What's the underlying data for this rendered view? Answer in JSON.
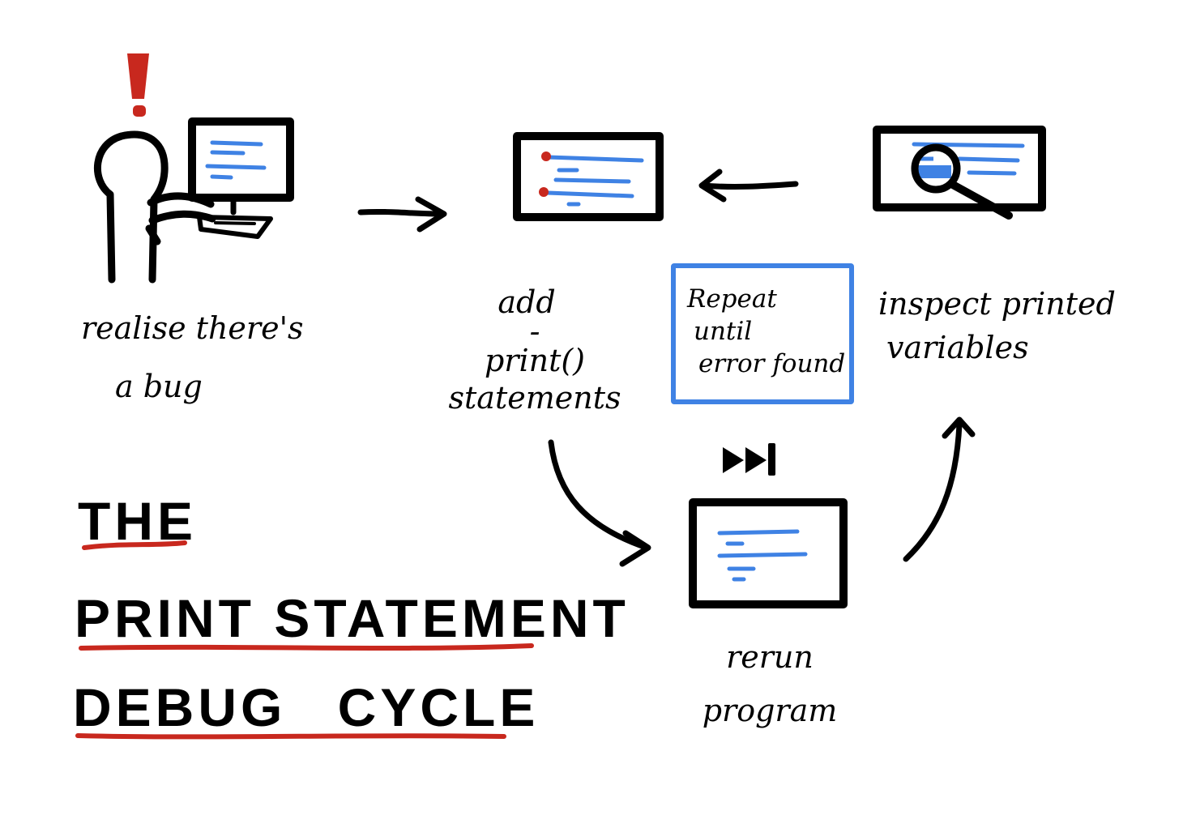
{
  "title": {
    "line1": "THE",
    "line2": "PRINT STATEMENT",
    "line3": "DEBUG CYCLE"
  },
  "steps": {
    "realise": {
      "line1": "realise there's",
      "line2": "a bug"
    },
    "add": {
      "line1": "add",
      "line2": "-",
      "line3": "print()",
      "line4": "statements"
    },
    "inspect": {
      "line1": "inspect printed",
      "line2": "variables"
    },
    "rerun": {
      "line1": "rerun",
      "line2": "program"
    }
  },
  "repeat_box": {
    "line1": "Repeat",
    "line2": "until",
    "line3": "error found"
  },
  "icons": {
    "alert": "exclamation-icon",
    "person": "person-at-computer-icon",
    "print_screen": "code-screen-with-print-markers-icon",
    "inspect_screen": "screen-with-magnifier-icon",
    "rerun_screen": "code-screen-icon",
    "fast_forward": "fast-forward-icon"
  },
  "colors": {
    "ink": "#000000",
    "code_lines": "#3f82e4",
    "accent_red": "#c8281e",
    "repeat_border": "#3f82e4"
  }
}
